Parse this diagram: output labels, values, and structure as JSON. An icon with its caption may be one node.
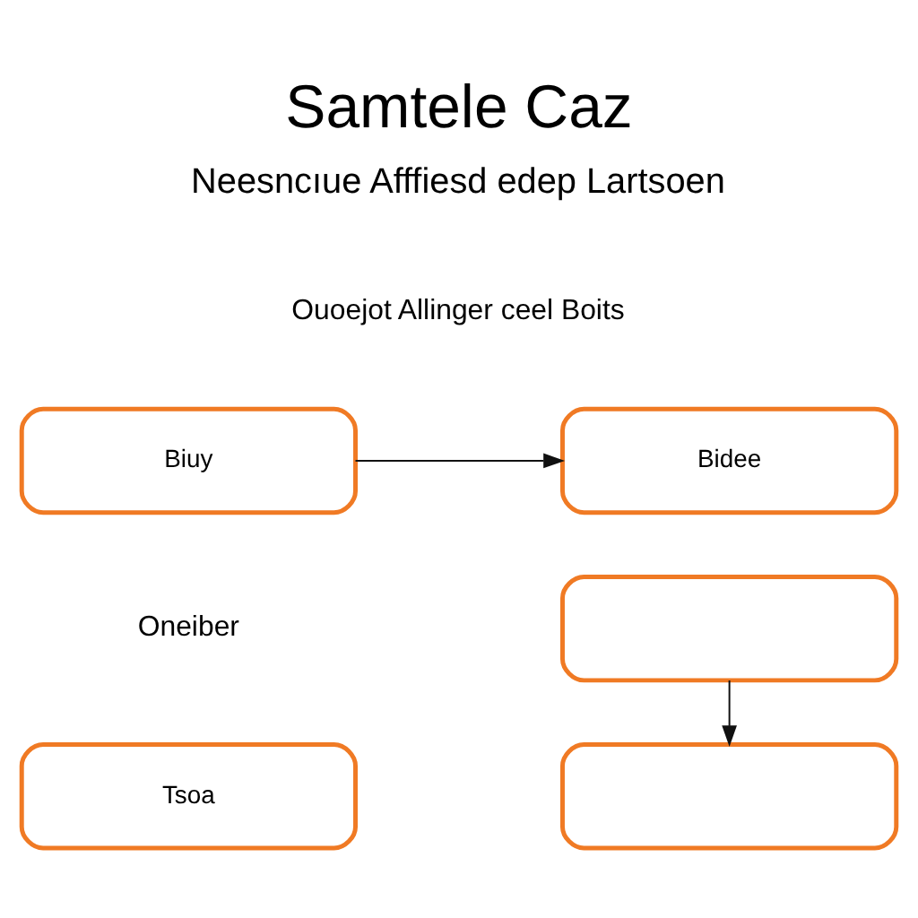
{
  "diagram": {
    "title": "Samtele Caz",
    "nodes": [
      {
        "text": [
          "Biuy"
        ]
      },
      {
        "text": [
          "Bidee"
        ]
      },
      {
        "text": [],
        "shape": "box"
      },
      {
        "text": [],
        "shape": "box"
      },
      {
        "text": [
          "Tsoa"
        ]
      }
    ],
    "edges": [
      {
        "from": 0,
        "to": 1,
        "arrow": "to"
      },
      {
        "from": 2,
        "to": 3,
        "arrow": "to"
      }
    ],
    "labels": [
      "Neesncıue Afffiesd edep Lartsoen",
      "Ouoejot Allinger ceel Boits",
      "Oneiber"
    ]
  }
}
